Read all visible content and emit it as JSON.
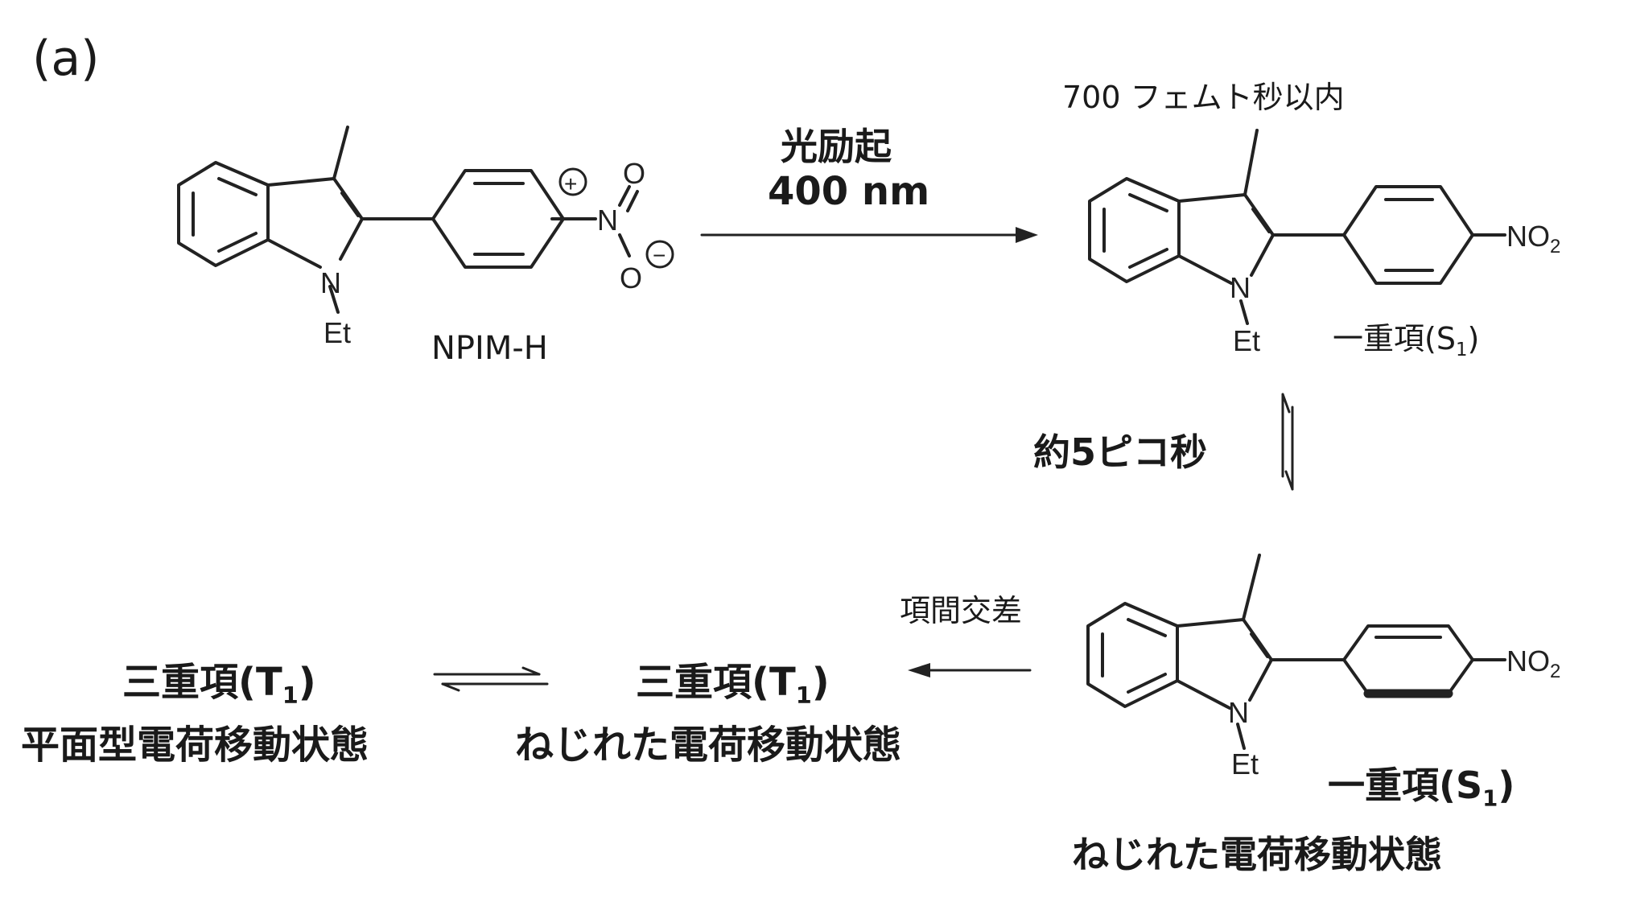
{
  "panel_label": "(a)",
  "excitation": {
    "line1": "光励起",
    "line2": "400 nm"
  },
  "time_700fs": "700 フェムト秒以内",
  "time_5ps": "約5ピコ秒",
  "isc_label": "項間交差",
  "molecule_start": {
    "name": "NPIM-H",
    "n_label": "N",
    "et_label": "Et",
    "no2_n": "N",
    "no2_o": "O",
    "charge_plus": "+",
    "charge_minus": "−"
  },
  "molecule_s1": {
    "state_prefix": "一重項",
    "state_open": "(S",
    "state_sub": "1",
    "state_close": ")",
    "n_label": "N",
    "et_label": "Et",
    "no2": "NO",
    "no2_sub": "2"
  },
  "molecule_s1_tict": {
    "state_prefix": "一重項",
    "state_open": "(S",
    "state_sub": "1",
    "state_close": ")",
    "state_desc": "ねじれた電荷移動状態",
    "n_label": "N",
    "et_label": "Et",
    "no2": "NO",
    "no2_sub": "2"
  },
  "t1_twisted": {
    "prefix": "三重項",
    "open": "(T",
    "sub": "1",
    "close": ")",
    "desc": "ねじれた電荷移動状態"
  },
  "t1_planar": {
    "prefix": "三重項",
    "open": "(T",
    "sub": "1",
    "close": ")",
    "desc": "平面型電荷移動状態"
  }
}
